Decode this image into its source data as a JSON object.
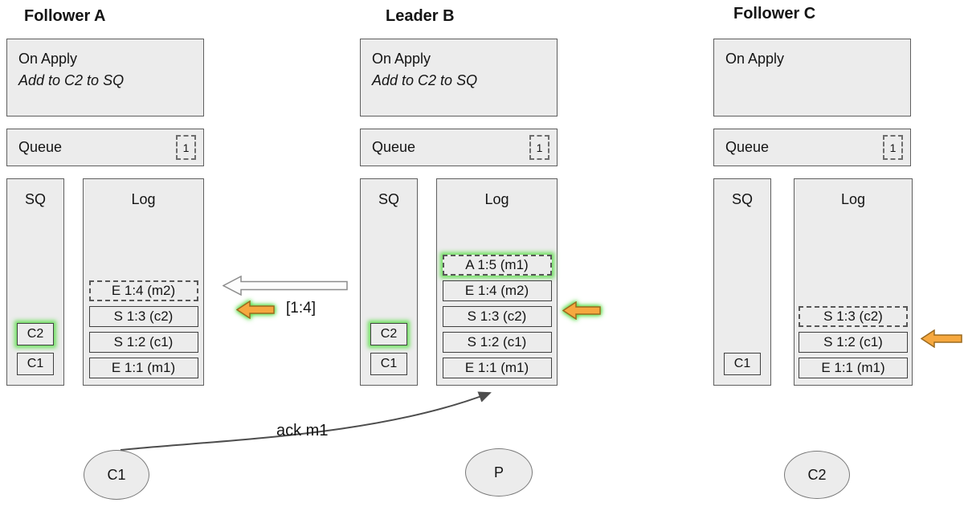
{
  "nodes": [
    {
      "title": "Follower A",
      "on_apply": {
        "line1": "On Apply",
        "line2": "Add to C2 to SQ"
      },
      "queue": {
        "label": "Queue",
        "count": "1"
      },
      "sq": {
        "label": "SQ",
        "items": [
          "C2",
          "C1"
        ]
      },
      "log": {
        "label": "Log",
        "entries": [
          "E 1:4 (m2)",
          "S 1:3 (c2)",
          "S 1:2 (c1)",
          "E 1:1 (m1)"
        ]
      }
    },
    {
      "title": "Leader B",
      "on_apply": {
        "line1": "On Apply",
        "line2": "Add to C2 to SQ"
      },
      "queue": {
        "label": "Queue",
        "count": "1"
      },
      "sq": {
        "label": "SQ",
        "items": [
          "C2",
          "C1"
        ]
      },
      "log": {
        "label": "Log",
        "entries": [
          "A 1:5 (m1)",
          "E 1:4 (m2)",
          "S 1:3 (c2)",
          "S 1:2 (c1)",
          "E 1:1 (m1)"
        ]
      }
    },
    {
      "title": "Follower C",
      "on_apply": {
        "line1": "On Apply",
        "line2": ""
      },
      "queue": {
        "label": "Queue",
        "count": "1"
      },
      "sq": {
        "label": "SQ",
        "items": [
          "C1"
        ]
      },
      "log": {
        "label": "Log",
        "entries": [
          "S 1:3 (c2)",
          "S 1:2 (c1)",
          "E 1:1 (m1)"
        ]
      }
    }
  ],
  "labels": {
    "replicate": "[1:4]",
    "ack": "ack m1"
  },
  "clients": [
    "C1",
    "P",
    "C2"
  ],
  "colors": {
    "box_fill": "#ececec",
    "glow_green": "#58dd46",
    "arrow_orange": "#f6a83f",
    "arrow_orange_border": "#9c6a1f"
  }
}
